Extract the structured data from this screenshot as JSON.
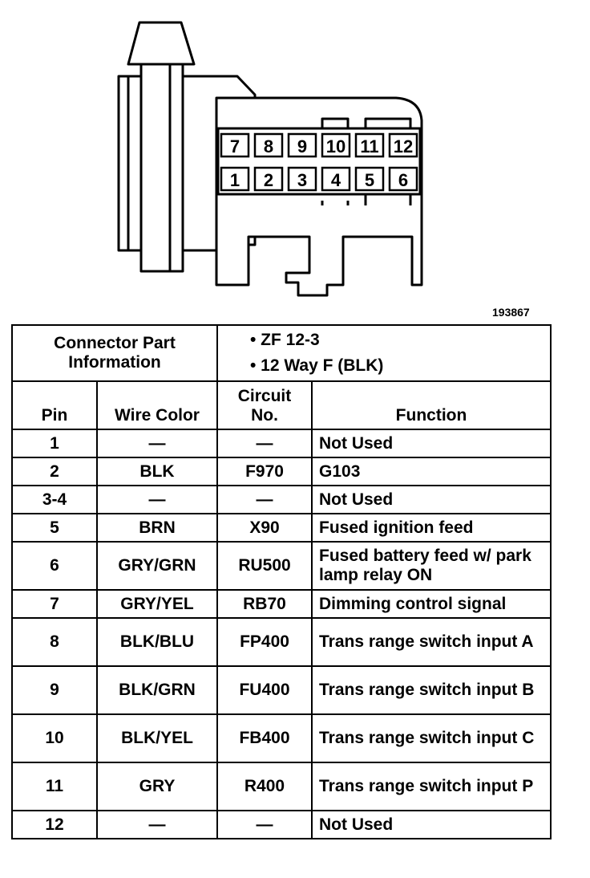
{
  "figure_id": "193867",
  "connector": {
    "top_row": [
      "7",
      "8",
      "9",
      "10",
      "11",
      "12"
    ],
    "bottom_row": [
      "1",
      "2",
      "3",
      "4",
      "5",
      "6"
    ]
  },
  "part_info": {
    "label_line1": "Connector Part",
    "label_line2": "Information",
    "items": [
      "• ZF 12-3",
      "• 12 Way F (BLK)"
    ]
  },
  "headers": {
    "pin": "Pin",
    "wire_color": "Wire Color",
    "circuit_line1": "Circuit",
    "circuit_line2": "No.",
    "function": "Function"
  },
  "rows": [
    {
      "pin": "1",
      "wire": "—",
      "circuit": "—",
      "function": "Not Used"
    },
    {
      "pin": "2",
      "wire": "BLK",
      "circuit": "F970",
      "function": "G103"
    },
    {
      "pin": "3-4",
      "wire": "—",
      "circuit": "—",
      "function": "Not Used"
    },
    {
      "pin": "5",
      "wire": "BRN",
      "circuit": "X90",
      "function": "Fused ignition feed"
    },
    {
      "pin": "6",
      "wire": "GRY/GRN",
      "circuit": "RU500",
      "function": "Fused battery feed w/ park lamp relay ON"
    },
    {
      "pin": "7",
      "wire": "GRY/YEL",
      "circuit": "RB70",
      "function": "Dimming control signal"
    },
    {
      "pin": "8",
      "wire": "BLK/BLU",
      "circuit": "FP400",
      "function": "Trans range switch input A"
    },
    {
      "pin": "9",
      "wire": "BLK/GRN",
      "circuit": "FU400",
      "function": "Trans range switch input B"
    },
    {
      "pin": "10",
      "wire": "BLK/YEL",
      "circuit": "FB400",
      "function": "Trans range switch input C"
    },
    {
      "pin": "11",
      "wire": "GRY",
      "circuit": "R400",
      "function": "Trans range switch input P"
    },
    {
      "pin": "12",
      "wire": "—",
      "circuit": "—",
      "function": "Not Used"
    }
  ]
}
